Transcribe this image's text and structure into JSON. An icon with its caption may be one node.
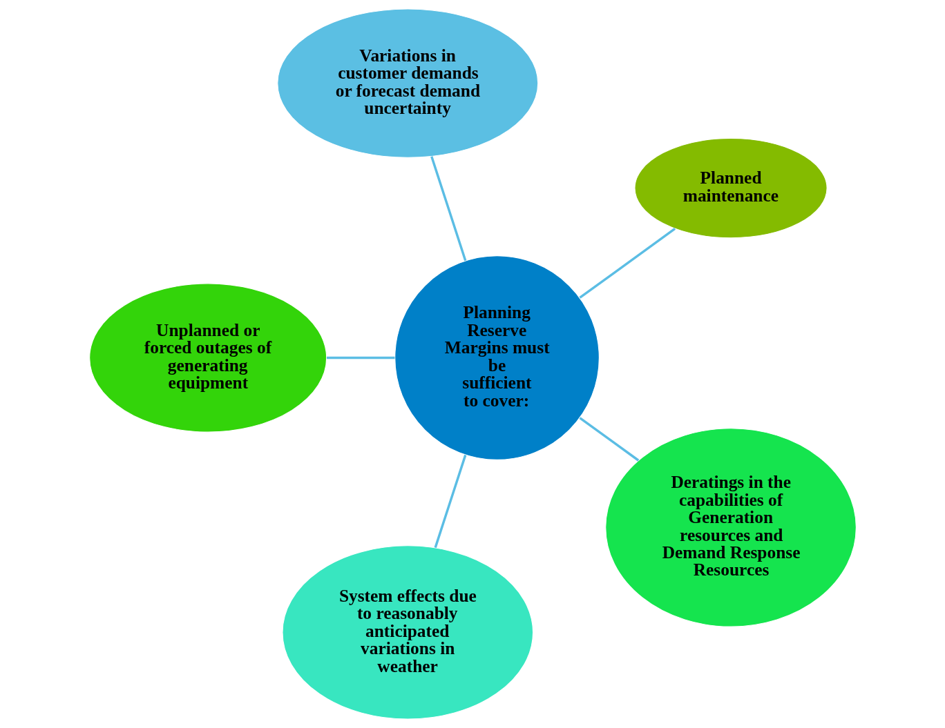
{
  "diagram": {
    "nodes": [
      {
        "text": [
          "Planned maintenance"
        ]
      },
      {
        "text": [
          "Variations in customer demands or forecast demand uncertainty"
        ]
      },
      {
        "text": [
          "Planning Reserve Margins must be sufficient to cover:"
        ]
      },
      {
        "text": [
          "Unplanned or forced outages of generating equipment"
        ]
      },
      {
        "text": [
          "System effects due to reasonably anticipated variations in weather"
        ]
      },
      {
        "text": [
          "Deratings in the capabilities of Generation resources and Demand Response Resources"
        ]
      }
    ],
    "edges": [
      {
        "from": 2,
        "to": 0,
        "arrow": "none"
      },
      {
        "from": 2,
        "to": 3,
        "arrow": "none"
      },
      {
        "from": 2,
        "to": 5,
        "arrow": "none"
      },
      {
        "from": 2,
        "to": 4,
        "arrow": "none"
      },
      {
        "from": 2,
        "to": 1,
        "arrow": "none"
      }
    ]
  }
}
